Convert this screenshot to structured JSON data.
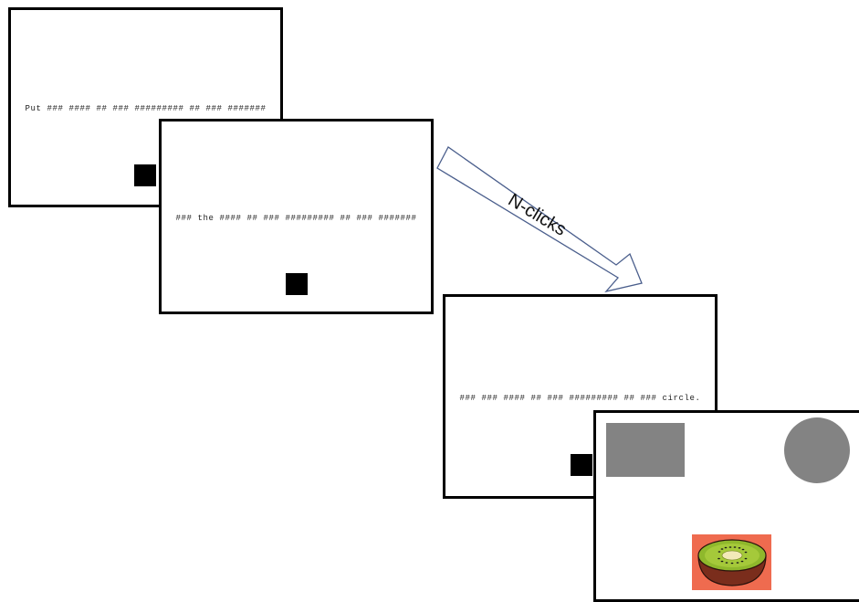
{
  "screens": [
    {
      "sentence": "Put ### #### ## ### ######### ## ### #######"
    },
    {
      "sentence": "### the #### ## ### ######### ## ### #######"
    },
    {
      "sentence": "### ### #### ## ### ######### ## ### circle."
    }
  ],
  "arrow": {
    "label": "N-clicks"
  },
  "colors": {
    "frame": "#000000",
    "click_square": "#000000",
    "distractor_shape": "#838383",
    "kiwi_background": "#ef6b4f",
    "kiwi_flesh": "#8fb82c",
    "kiwi_skin": "#7a2d1c",
    "arrow_stroke": "#4a5e8c"
  },
  "final_display": {
    "shapes": [
      "gray-rectangle",
      "gray-circle",
      "kiwi-picture"
    ]
  }
}
